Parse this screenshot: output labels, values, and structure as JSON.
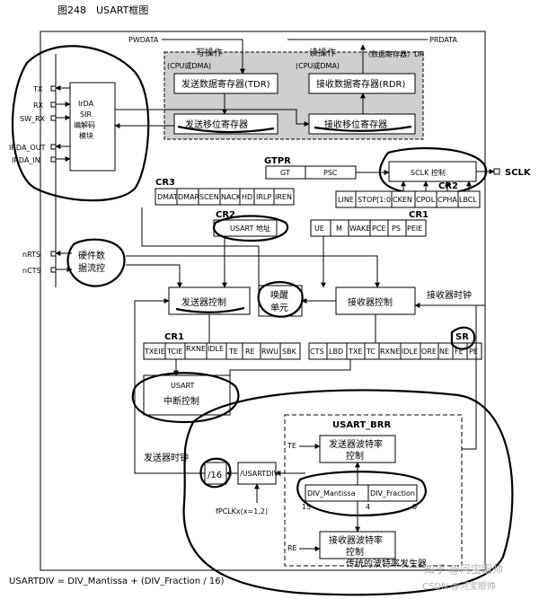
{
  "figure_title": "图248　USART框图",
  "bus": {
    "pwdata": "PWDATA",
    "prdata": "PRDATA"
  },
  "data_register_group": {
    "write_op": "写操作",
    "read_op": "读操作",
    "data_reg_label": "（数据寄存器）DR",
    "cpu_dma_left": "(CPU或DMA)",
    "cpu_dma_right": "(CPU或DMA)",
    "tdr": "发送数据寄存器(TDR)",
    "rdr": "接收数据寄存器(RDR)",
    "tx_shift": "发送移位寄存器",
    "rx_shift": "接收移位寄存器"
  },
  "pins": {
    "tx": "TX",
    "rx": "RX",
    "sw_rx": "SW_RX",
    "irda_out": "IRDA_OUT",
    "irda_in": "IRDA_IN",
    "nrts": "nRTS",
    "ncts": "nCTS",
    "sclk": "SCLK"
  },
  "irda_block": {
    "line1": "IrDA",
    "line2": "SIR",
    "line3": "编解码",
    "line4": "模块"
  },
  "gtpr": {
    "title": "GTPR",
    "gt": "GT",
    "psc": "PSC"
  },
  "sclk_ctrl": "SCLK 控制",
  "cr3": {
    "title": "CR3",
    "bits": [
      "DMAT",
      "DMAR",
      "SCEN",
      "NACK",
      "HD",
      "IRLP",
      "IREN"
    ]
  },
  "cr2_top": {
    "title": "CR2",
    "bits": [
      "LINE",
      "STOP[1:0]",
      "CKEN",
      "CPOL",
      "CPHA",
      "LBCL"
    ]
  },
  "cr2_addr": {
    "title": "CR2",
    "label": "USART 地址"
  },
  "cr1_top": {
    "title": "CR1",
    "bits": [
      "UE",
      "M",
      "WAKE",
      "PCE",
      "PS",
      "PEIE"
    ]
  },
  "hw_flow": {
    "line1": "硬件数",
    "line2": "据流控"
  },
  "tx_ctrl": "发送器控制",
  "wakeup": {
    "line1": "唤醒",
    "line2": "单元"
  },
  "rx_ctrl": "接收器控制",
  "rx_clock": "接收器时钟",
  "cr1_bottom": {
    "title": "CR1",
    "bits": [
      "TXEIE",
      "TCIE",
      "RXNE IE",
      "IDLE IE",
      "TE",
      "RE",
      "RWU",
      "SBK"
    ]
  },
  "sr": {
    "title": "SR",
    "bits": [
      "CTS",
      "LBD",
      "TXE",
      "TC",
      "RXNE",
      "IDLE",
      "ORE",
      "NE",
      "FE",
      "PE"
    ]
  },
  "irq": {
    "line1": "USART",
    "line2": "中断控制"
  },
  "brr": {
    "title": "USART_BRR",
    "te": "TE",
    "re": "RE",
    "tx_baud_line1": "发送器波特率",
    "tx_baud_line2": "控制",
    "rx_baud_line1": "接收器波特率",
    "rx_baud_line2": "控制",
    "div_mantissa": "DIV_Mantissa",
    "div_fraction": "DIV_Fraction",
    "bit15": "15",
    "bit4": "4",
    "bit0": "0",
    "caption": "传统的波特率发生器"
  },
  "tx_clock": "发送器时钟",
  "div16": "/16",
  "usartdiv": "/USARTDIV",
  "fpclk": "fPCLKx(x=1,2)",
  "formula": "USARTDIV = DIV_Mantissa + (DIV_Fraction / 16)",
  "watermark": {
    "line1": "知乎 @河宝眼帅",
    "line2": "CSDN @河宝眼帅"
  }
}
